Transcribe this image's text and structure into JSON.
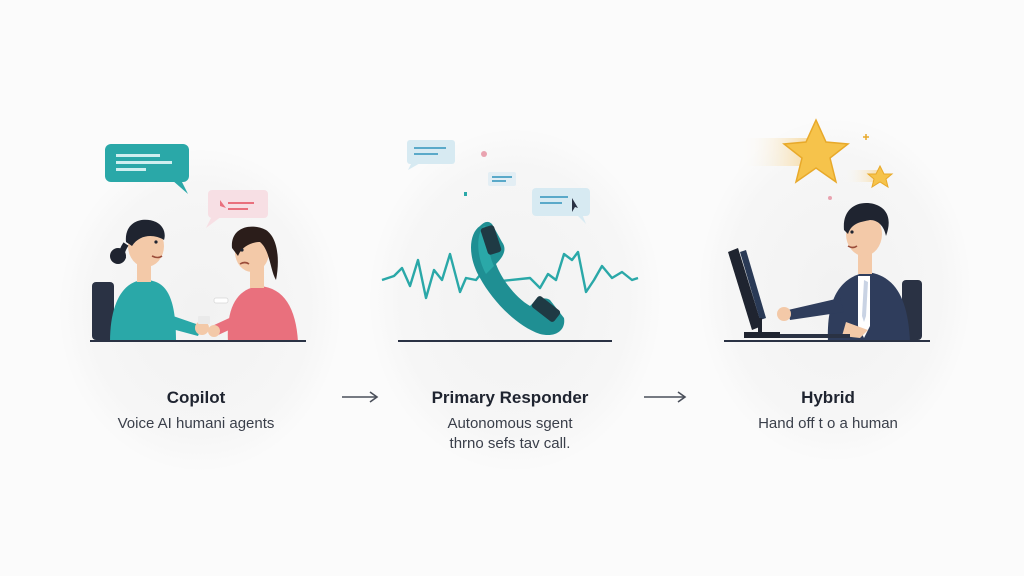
{
  "stages": [
    {
      "id": "copilot",
      "title": "Copilot",
      "caption_lines": [
        "Voice AI humani agents"
      ]
    },
    {
      "id": "primary-responder",
      "title": "Primary Responder",
      "caption_lines": [
        "Autonomous sgent",
        "thrno sefs tav call."
      ]
    },
    {
      "id": "hybrid",
      "title": "Hybrid",
      "caption_lines": [
        "Hand off t o a human"
      ]
    }
  ],
  "colors": {
    "teal": "#2aa8a8",
    "teal_dark": "#1f8f93",
    "navy": "#2a3244",
    "pink": "#e9707d",
    "pink_light": "#f7dfe4",
    "bubble_blue": "#d7eaf2",
    "star": "#f6c34b",
    "skin": "#f3c9a8",
    "suit": "#2f3d5c"
  },
  "icons": [
    "chat-bubble-icon",
    "phone-handset-icon",
    "sound-wave-icon",
    "star-icon",
    "monitor-icon",
    "arrow-right-icon"
  ]
}
